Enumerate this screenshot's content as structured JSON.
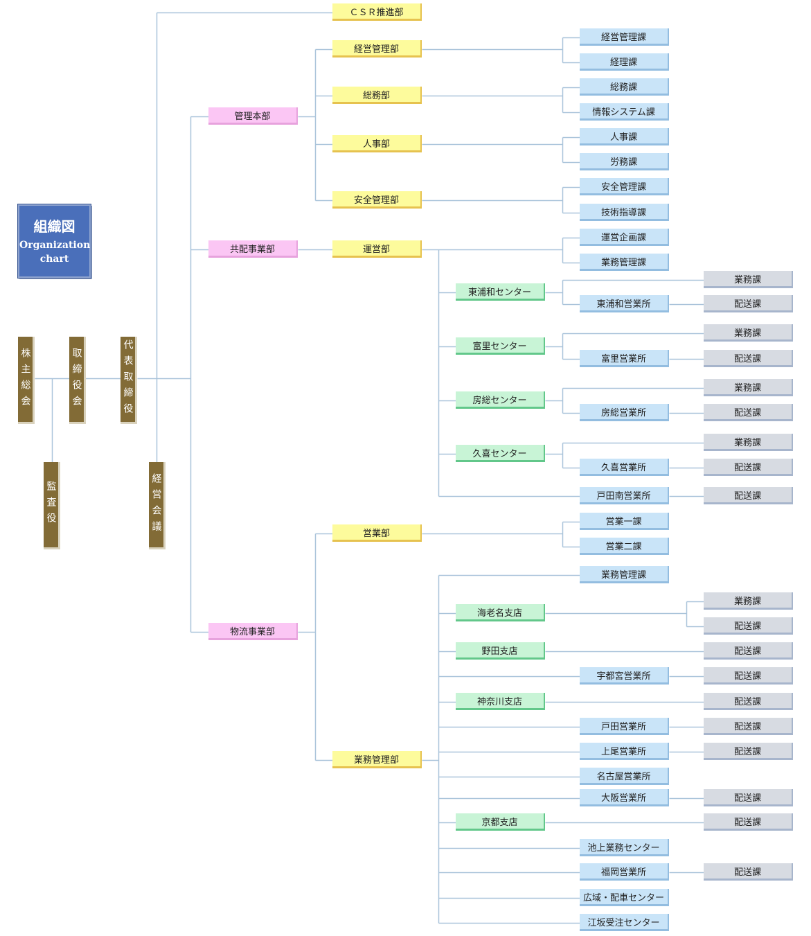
{
  "title": {
    "ja": "組織図",
    "en_line1": "Organization",
    "en_line2": "chart"
  },
  "nodes": [
    {
      "id": "kabunushi",
      "label": "株主総会",
      "style": "brown"
    },
    {
      "id": "torishimari",
      "label": "取締役会",
      "style": "brown"
    },
    {
      "id": "daihyo",
      "label": "代表取締役",
      "style": "brown"
    },
    {
      "id": "kansa",
      "label": "監査役",
      "style": "brown"
    },
    {
      "id": "keiei_kaigi",
      "label": "経営会議",
      "style": "brown"
    },
    {
      "id": "csr",
      "label": "ＣＳＲ推進部",
      "style": "yellow"
    },
    {
      "id": "kanri_honbu",
      "label": "管理本部",
      "style": "pink"
    },
    {
      "id": "kyohai",
      "label": "共配事業部",
      "style": "pink"
    },
    {
      "id": "butsuryu",
      "label": "物流事業部",
      "style": "pink"
    },
    {
      "id": "keiei_kanri_bu",
      "label": "経営管理部",
      "style": "yellow"
    },
    {
      "id": "somu_bu",
      "label": "総務部",
      "style": "yellow"
    },
    {
      "id": "jinji_bu",
      "label": "人事部",
      "style": "yellow"
    },
    {
      "id": "anzen_bu",
      "label": "安全管理部",
      "style": "yellow"
    },
    {
      "id": "unei_bu",
      "label": "運営部",
      "style": "yellow"
    },
    {
      "id": "eigyo_bu",
      "label": "営業部",
      "style": "yellow"
    },
    {
      "id": "gyomu_kanri_bu",
      "label": "業務管理部",
      "style": "yellow"
    },
    {
      "id": "keiei_kanri_ka",
      "label": "経営管理課",
      "style": "blue"
    },
    {
      "id": "keiri_ka",
      "label": "経理課",
      "style": "blue"
    },
    {
      "id": "somu_ka",
      "label": "総務課",
      "style": "blue"
    },
    {
      "id": "joho_ka",
      "label": "情報システム課",
      "style": "blue"
    },
    {
      "id": "jinji_ka",
      "label": "人事課",
      "style": "blue"
    },
    {
      "id": "romu_ka",
      "label": "労務課",
      "style": "blue"
    },
    {
      "id": "anzen_ka",
      "label": "安全管理課",
      "style": "blue"
    },
    {
      "id": "gijutsu_ka",
      "label": "技術指導課",
      "style": "blue"
    },
    {
      "id": "unei_kikaku_ka",
      "label": "運営企画課",
      "style": "blue"
    },
    {
      "id": "gyomu_kanri_ka1",
      "label": "業務管理課",
      "style": "blue"
    },
    {
      "id": "higashiurawa_c",
      "label": "東浦和センター",
      "style": "green"
    },
    {
      "id": "higashiurawa_e",
      "label": "東浦和営業所",
      "style": "blue"
    },
    {
      "id": "higashiurawa_g",
      "label": "業務課",
      "style": "gray"
    },
    {
      "id": "higashiurawa_h",
      "label": "配送課",
      "style": "gray"
    },
    {
      "id": "tomisato_c",
      "label": "富里センター",
      "style": "green"
    },
    {
      "id": "tomisato_e",
      "label": "富里営業所",
      "style": "blue"
    },
    {
      "id": "tomisato_g",
      "label": "業務課",
      "style": "gray"
    },
    {
      "id": "tomisato_h",
      "label": "配送課",
      "style": "gray"
    },
    {
      "id": "boso_c",
      "label": "房総センター",
      "style": "green"
    },
    {
      "id": "boso_e",
      "label": "房総営業所",
      "style": "blue"
    },
    {
      "id": "boso_g",
      "label": "業務課",
      "style": "gray"
    },
    {
      "id": "boso_h",
      "label": "配送課",
      "style": "gray"
    },
    {
      "id": "kuki_c",
      "label": "久喜センター",
      "style": "green"
    },
    {
      "id": "kuki_e",
      "label": "久喜営業所",
      "style": "blue"
    },
    {
      "id": "kuki_g",
      "label": "業務課",
      "style": "gray"
    },
    {
      "id": "kuki_h",
      "label": "配送課",
      "style": "gray"
    },
    {
      "id": "todaminami_e",
      "label": "戸田南営業所",
      "style": "blue"
    },
    {
      "id": "todaminami_h",
      "label": "配送課",
      "style": "gray"
    },
    {
      "id": "eigyo1",
      "label": "営業一課",
      "style": "blue"
    },
    {
      "id": "eigyo2",
      "label": "営業二課",
      "style": "blue"
    },
    {
      "id": "gyomu_kanri_ka2",
      "label": "業務管理課",
      "style": "blue"
    },
    {
      "id": "ebina_s",
      "label": "海老名支店",
      "style": "green"
    },
    {
      "id": "ebina_g",
      "label": "業務課",
      "style": "gray"
    },
    {
      "id": "ebina_h",
      "label": "配送課",
      "style": "gray"
    },
    {
      "id": "noda_s",
      "label": "野田支店",
      "style": "green"
    },
    {
      "id": "noda_h",
      "label": "配送課",
      "style": "gray"
    },
    {
      "id": "utsunomiya_e",
      "label": "宇都宮営業所",
      "style": "blue"
    },
    {
      "id": "utsunomiya_h",
      "label": "配送課",
      "style": "gray"
    },
    {
      "id": "kanagawa_s",
      "label": "神奈川支店",
      "style": "green"
    },
    {
      "id": "kanagawa_h",
      "label": "配送課",
      "style": "gray"
    },
    {
      "id": "toda_e",
      "label": "戸田営業所",
      "style": "blue"
    },
    {
      "id": "toda_h",
      "label": "配送課",
      "style": "gray"
    },
    {
      "id": "ageo_e",
      "label": "上尾営業所",
      "style": "blue"
    },
    {
      "id": "ageo_h",
      "label": "配送課",
      "style": "gray"
    },
    {
      "id": "nagoya_e",
      "label": "名古屋営業所",
      "style": "blue"
    },
    {
      "id": "osaka_e",
      "label": "大阪営業所",
      "style": "blue"
    },
    {
      "id": "osaka_h",
      "label": "配送課",
      "style": "gray"
    },
    {
      "id": "kyoto_s",
      "label": "京都支店",
      "style": "green"
    },
    {
      "id": "kyoto_h",
      "label": "配送課",
      "style": "gray"
    },
    {
      "id": "ikegami_c",
      "label": "池上業務センター",
      "style": "blue"
    },
    {
      "id": "fukuoka_e",
      "label": "福岡営業所",
      "style": "blue"
    },
    {
      "id": "fukuoka_h",
      "label": "配送課",
      "style": "gray"
    },
    {
      "id": "koiki_c",
      "label": "広域・配車センター",
      "style": "blue"
    },
    {
      "id": "esaka_c",
      "label": "江坂受注センター",
      "style": "blue"
    }
  ]
}
